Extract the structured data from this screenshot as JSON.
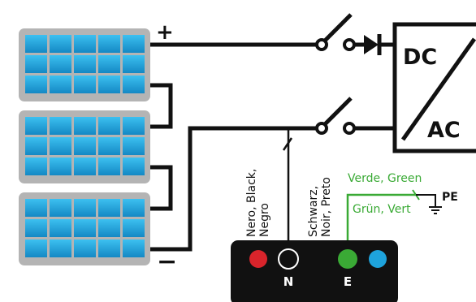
{
  "polarity": {
    "positive": "+",
    "negative": "−"
  },
  "inverter": {
    "dc_label": "DC",
    "ac_label": "AC"
  },
  "wires": {
    "black_label_line1": "Nero, Black,",
    "black_label_line2": "Negro",
    "black2_label_line1": "Schwarz,",
    "black2_label_line2": "Noir, Preto",
    "green_label_line1": "Verde, Green",
    "green_label_line2": "Grün, Vert",
    "pe_label": "PE"
  },
  "instrument": {
    "terminal_n_label": "N",
    "terminal_e_label": "E"
  },
  "colors": {
    "wire": "#111111",
    "green_wire": "#3aaa35",
    "panel_frame": "#b4b4b4",
    "panel_cell": "#1ea3dc",
    "terminal_red": "#d9242b",
    "terminal_green": "#3aaa35",
    "terminal_blue": "#1ea3dc"
  }
}
